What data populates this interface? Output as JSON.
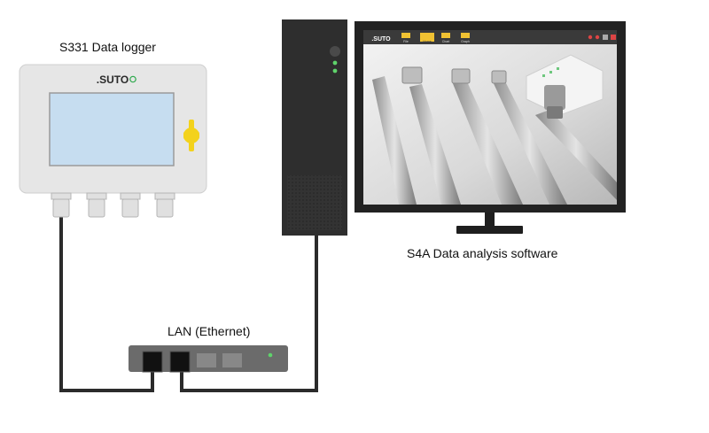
{
  "labels": {
    "logger": "S331 Data logger",
    "software": "S4A Data analysis software",
    "network": "LAN (Ethernet)"
  },
  "devices": {
    "logger_brand": ".SUTO",
    "screen_brand": ".SUTO"
  },
  "toolbar": {
    "items": [
      "File",
      "Home",
      "Chart",
      "Graph"
    ]
  },
  "colors": {
    "cable": "#2b2b2b",
    "logger_body": "#e6e6e6",
    "logger_screen": "#c6ddf0",
    "logger_knob": "#f3d21c",
    "pc_tower": "#2e2e2e",
    "led": "#5fd36b",
    "router": "#6b6b6b"
  }
}
